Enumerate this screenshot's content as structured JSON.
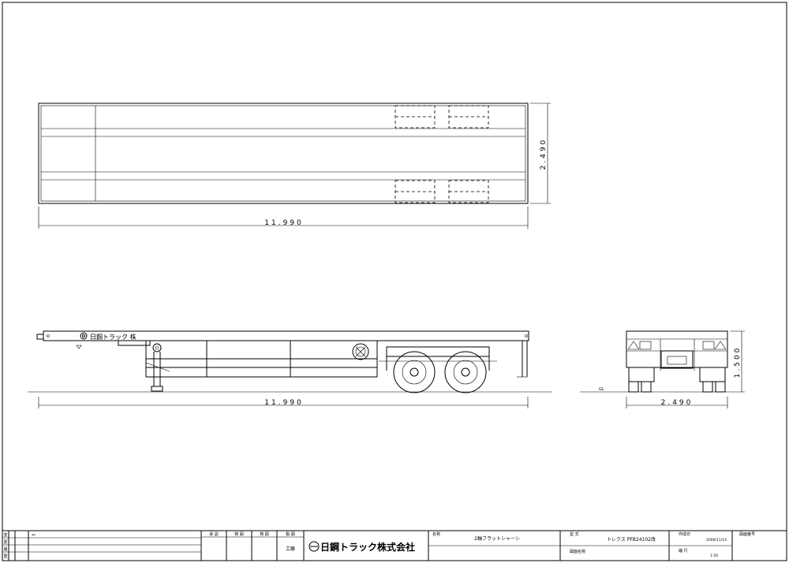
{
  "dimensions": {
    "top_length": "11.990",
    "top_width": "2.490",
    "side_length": "11.990",
    "rear_width": "2.490",
    "rear_height": "1.500",
    "ground_label": "GL"
  },
  "side_view": {
    "brand_mark": "日鋼トラック 株"
  },
  "title_block": {
    "revision_marks": [
      "変",
      "更",
      "履",
      "歴"
    ],
    "note_mark": "**",
    "approval_headers": [
      "承 認",
      "検 図",
      "検 図",
      "製 図"
    ],
    "drafter": "工藤",
    "company": "日鋼トラック株式会社",
    "name_label": "名称",
    "name_value": "2軸フラットシャーシ",
    "model_label": "型 式",
    "model_value": "トレクス PFB24102改",
    "drawing_name_label": "図面名称",
    "date_label": "作成日",
    "date_value": "2006/11/14",
    "scale_label": "縮 尺",
    "scale_value": "1:50",
    "drawing_no_label": "図面番号"
  }
}
